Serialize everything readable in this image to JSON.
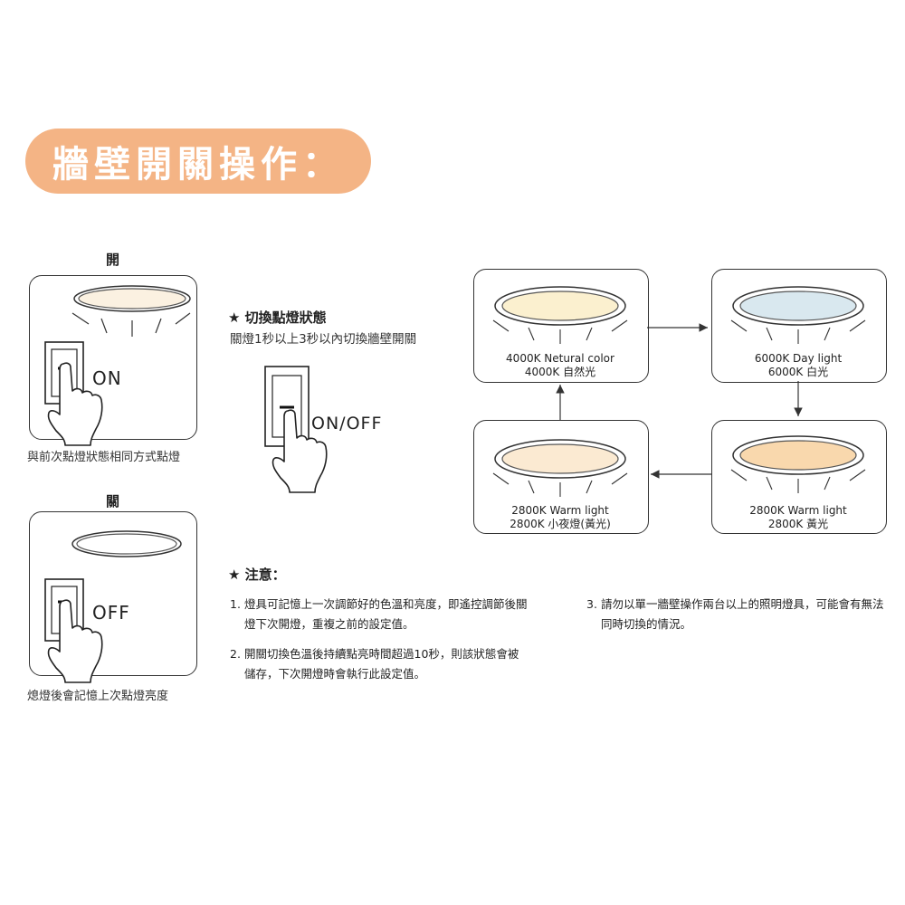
{
  "title": "牆壁開關操作：",
  "on_panel": {
    "heading": "開",
    "switch_text": "ON",
    "caption": "與前次點燈狀態相同方式點燈"
  },
  "off_panel": {
    "heading": "關",
    "switch_text": "OFF",
    "caption": "熄燈後會記憶上次點燈亮度"
  },
  "toggle": {
    "heading": "★ 切換點燈狀態",
    "description": "關燈1秒以上3秒以內切換牆壁開關",
    "switch_text": "ON/OFF"
  },
  "states": [
    {
      "line1": "4000K Netural color",
      "line2": "4000K 自然光",
      "color": "#fbf0cf"
    },
    {
      "line1": "6000K  Day light",
      "line2": "6000K 白光",
      "color": "#d9e8ef"
    },
    {
      "line1": "2800K Warm light",
      "line2": "2800K 黃光",
      "color": "#f9d8ad"
    },
    {
      "line1": "2800K Warm light",
      "line2": "2800K 小夜燈(黃光)",
      "color": "#fbead2"
    }
  ],
  "notes": {
    "heading": "★ 注意：",
    "items": [
      {
        "num": "1.",
        "text": "燈具可記憶上一次調節好的色溫和亮度，即遙控調節後關燈下次開燈，重複之前的設定值。"
      },
      {
        "num": "2.",
        "text": "開關切換色溫後持續點亮時間超過10秒，則該狀態會被儲存，下次開燈時會執行此設定值。"
      },
      {
        "num": "3.",
        "text": "請勿以單一牆壁操作兩台以上的照明燈具，可能會有無法同時切換的情況。"
      }
    ]
  },
  "colors": {
    "title_bg": "#f4b485",
    "on_lamp": "#fbf1e1"
  }
}
